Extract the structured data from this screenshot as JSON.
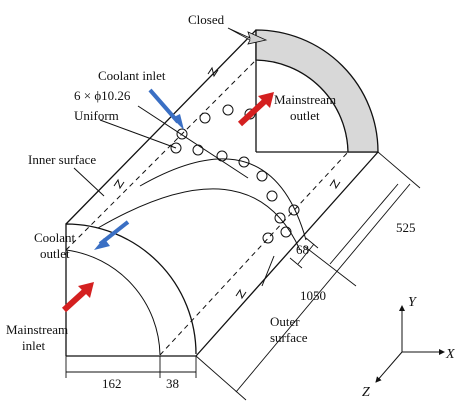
{
  "labels": {
    "closed": "Closed",
    "coolant_inlet": "Coolant inlet",
    "hole_spec": "6 × ϕ10.26",
    "uniform": "Uniform",
    "mainstream_outlet_line1": "Mainstream",
    "mainstream_outlet_line2": "outlet",
    "inner_surface": "Inner surface",
    "coolant_outlet_line1": "Coolant",
    "coolant_outlet_line2": "outlet",
    "mainstream_inlet_line1": "Mainstream",
    "mainstream_inlet_line2": "inlet",
    "outer_surface_line1": "Outer",
    "outer_surface_line2": "surface"
  },
  "dimensions": {
    "inner_radius": "162",
    "wall_thickness": "38",
    "length": "1050",
    "mid_length": "525",
    "hole_offset": "68"
  },
  "axes": {
    "x": "X",
    "y": "Y",
    "z": "Z"
  },
  "colors": {
    "mainstream_arrow": "#d42020",
    "coolant_arrow": "#3a6fc4",
    "closed_face": "#d8d8d8",
    "line": "#111111"
  }
}
